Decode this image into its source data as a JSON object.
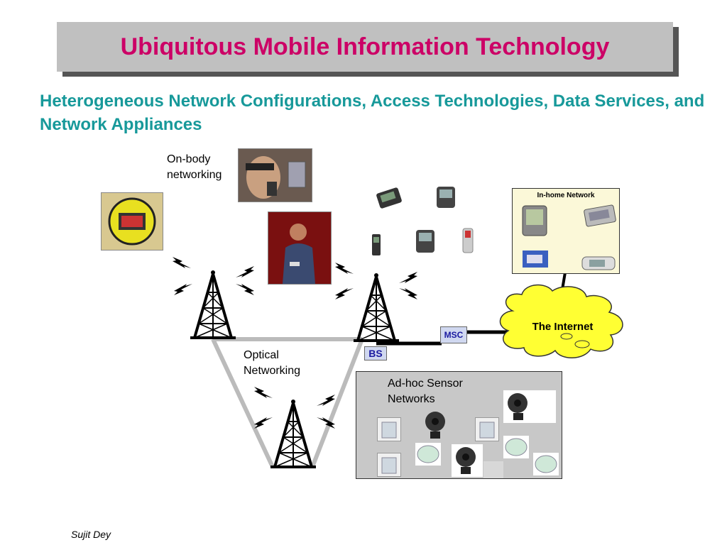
{
  "slide": {
    "title": "Ubiquitous Mobile Information Technology",
    "subtitle": "Heterogeneous Network Configurations, Access Technologies, Data Services, and Network Appliances",
    "footer": "Sujit Dey"
  },
  "diagram": {
    "on_body_label": "On-body networking",
    "optical_label": "Optical Networking",
    "in_home_label": "In-home Network",
    "internet_label": "The Internet",
    "msc_label": "MSC",
    "bs_label": "BS",
    "sensor_label": "Ad-hoc Sensor Networks"
  },
  "colors": {
    "title": "#cc0066",
    "subtitle": "#17999a",
    "cloud": "#ffff33",
    "tag_text": "#1a1aa0"
  }
}
